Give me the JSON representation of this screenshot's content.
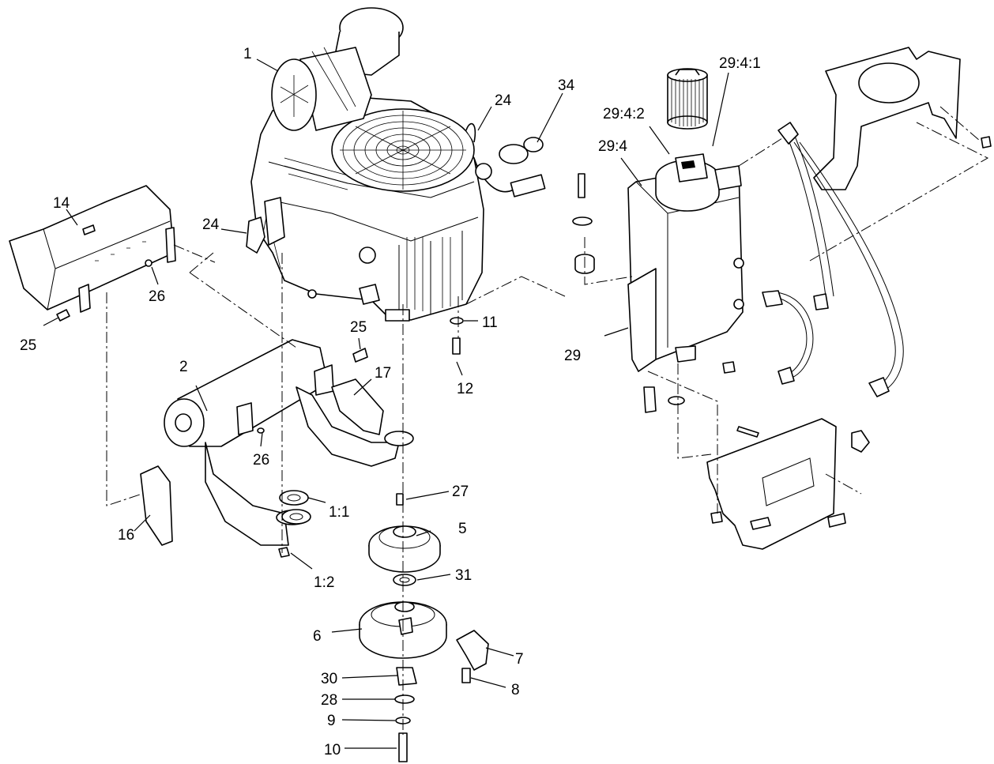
{
  "labels": {
    "p1": "1",
    "p2": "2",
    "p5": "5",
    "p6": "6",
    "p7": "7",
    "p8": "8",
    "p9": "9",
    "p10": "10",
    "p11": "11",
    "p12": "12",
    "p14": "14",
    "p16": "16",
    "p17": "17",
    "p24a": "24",
    "p24b": "24",
    "p25a": "25",
    "p25b": "25",
    "p26a": "26",
    "p26b": "26",
    "p27": "27",
    "p28": "28",
    "p29": "29",
    "p30": "30",
    "p31": "31",
    "p34": "34",
    "p1_1": "1:1",
    "p1_2": "1:2",
    "p29_4": "29:4",
    "p29_4_1": "29:4:1",
    "p29_4_2": "29:4:2"
  }
}
